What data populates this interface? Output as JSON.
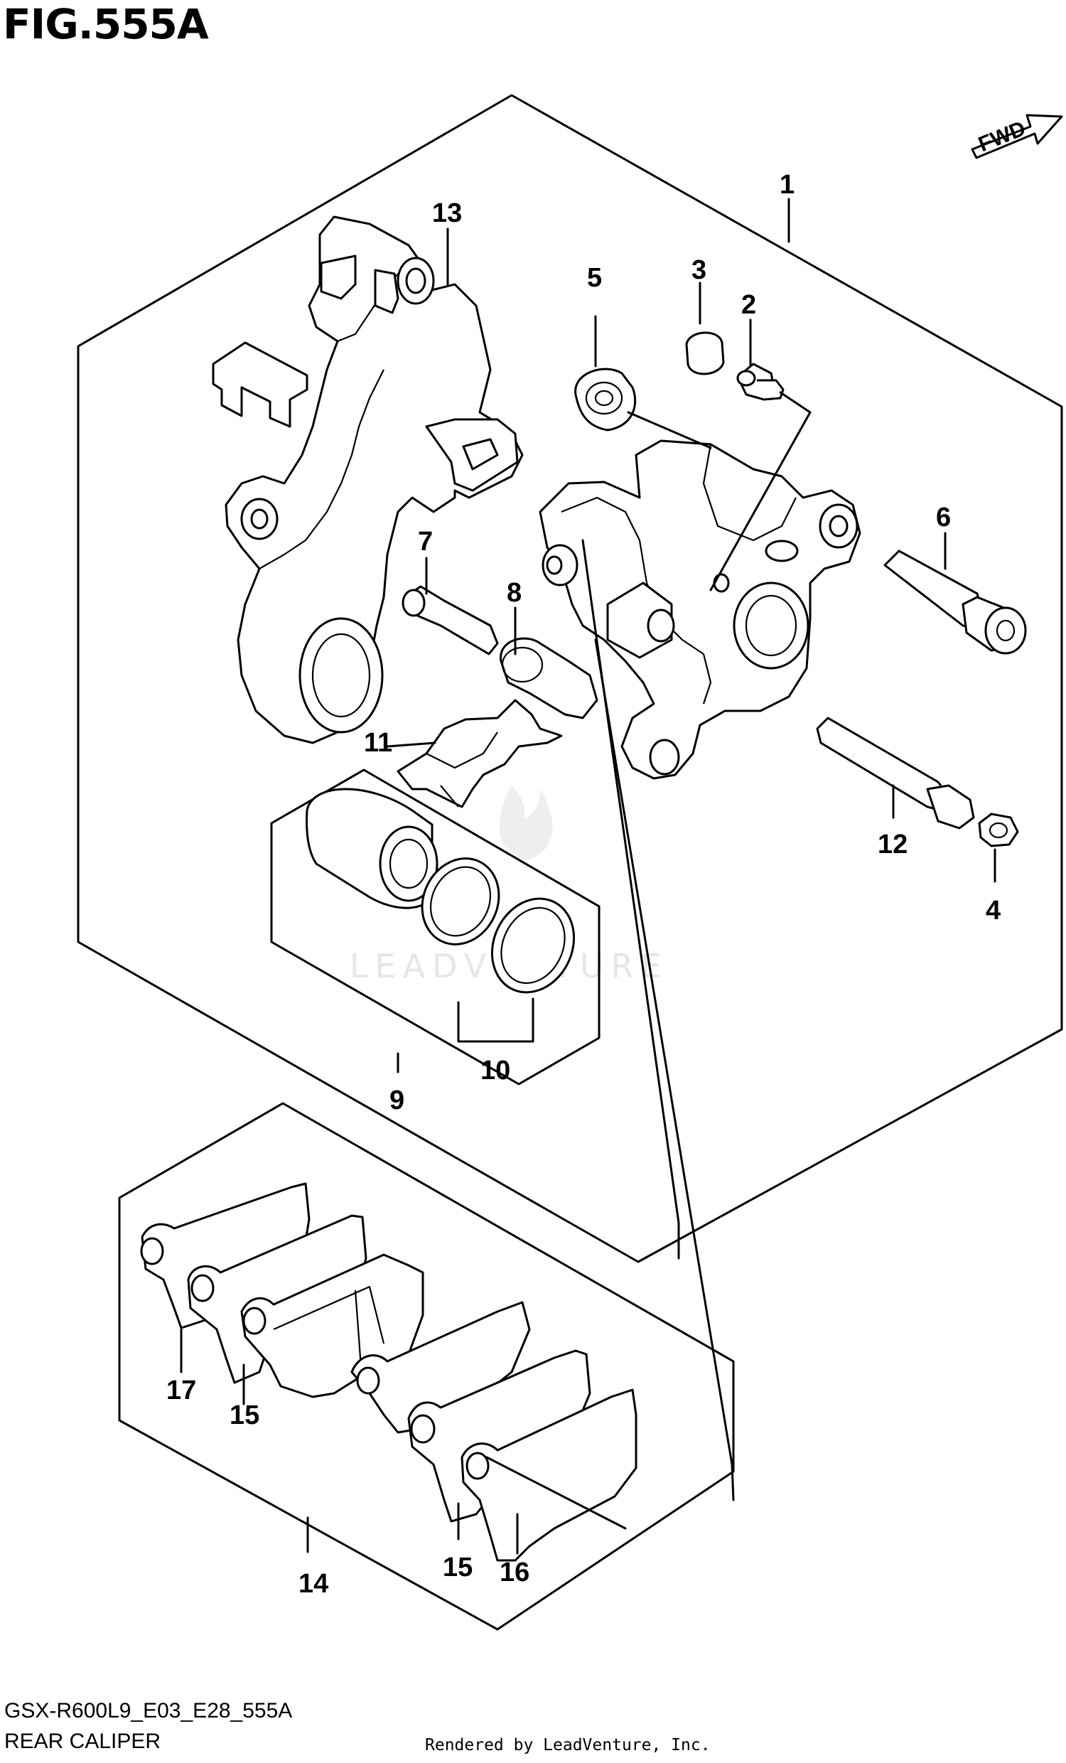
{
  "figure": {
    "title": "FIG.555A",
    "code": "GSX-R600L9_E03_E28_555A",
    "name": "REAR CALIPER",
    "credit": "Rendered by LeadVenture, Inc.",
    "watermark": "LEADVENTURE",
    "direction_badge": "FWD"
  },
  "callouts": {
    "c1": "1",
    "c2": "2",
    "c3": "3",
    "c4": "4",
    "c5": "5",
    "c6": "6",
    "c7": "7",
    "c8": "8",
    "c9": "9",
    "c10": "10",
    "c11": "11",
    "c12": "12",
    "c13": "13",
    "c14": "14",
    "c15a": "15",
    "c15b": "15",
    "c16": "16",
    "c17": "17"
  },
  "colors": {
    "line": "#000000",
    "background": "#ffffff",
    "watermark": "#e6e6e6"
  }
}
